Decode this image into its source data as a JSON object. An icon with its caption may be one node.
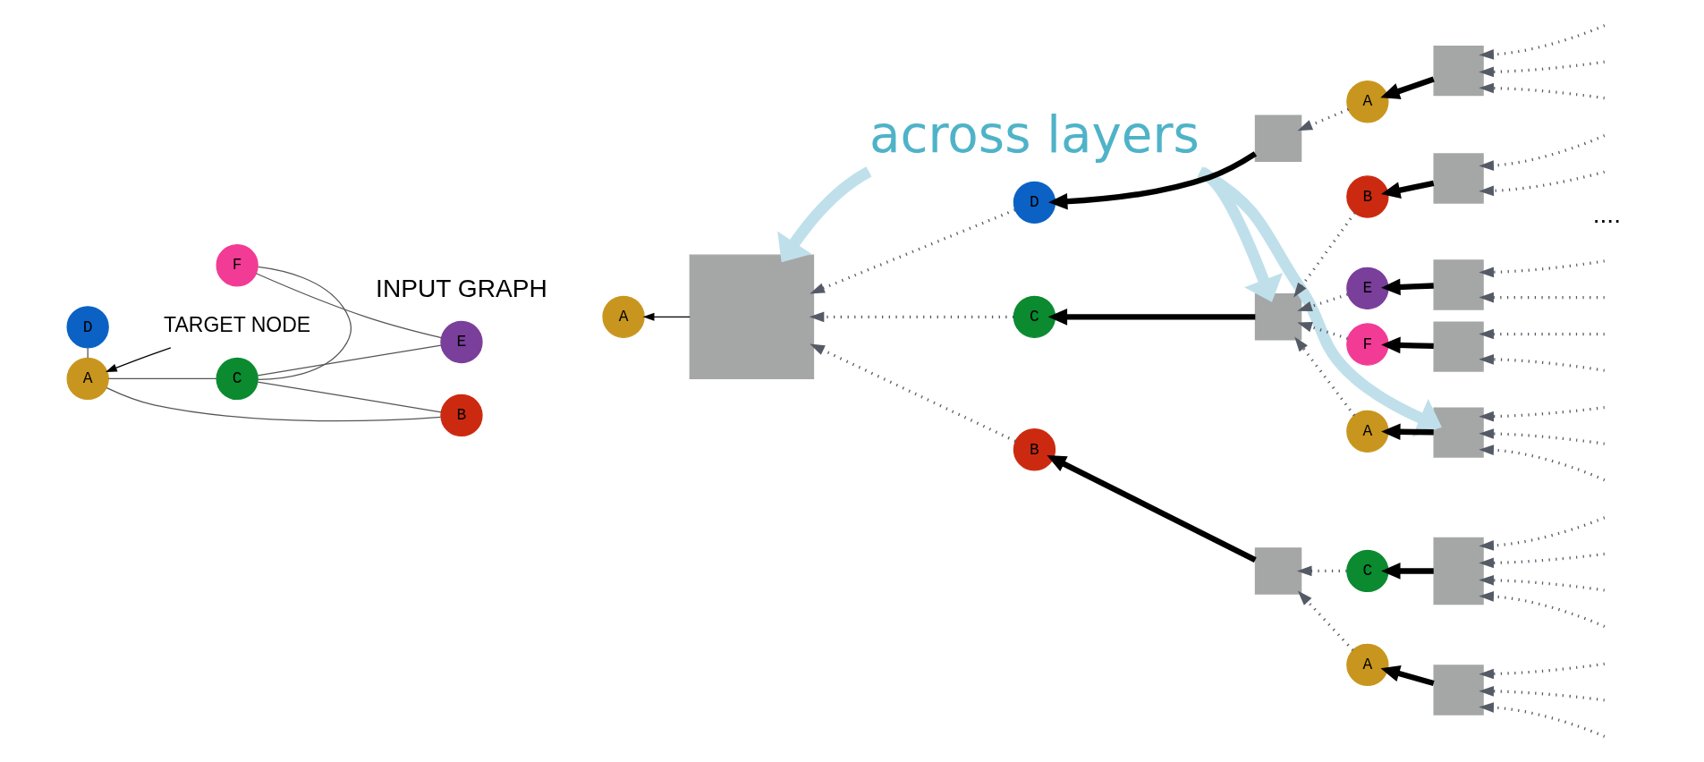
{
  "diagram": {
    "nodes": [
      {
        "text": [
          "TARGET NODE"
        ]
      },
      {
        "text": [
          "B"
        ]
      },
      {
        "text": [
          "A"
        ]
      },
      {
        "text": [
          "C"
        ]
      },
      {
        "text": [
          "F"
        ]
      },
      {
        "text": [
          "D"
        ]
      },
      {
        "text": [
          "E"
        ]
      },
      {
        "text": [
          "across layers"
        ]
      },
      {
        "text": [
          "A"
        ]
      },
      {
        "text": [],
        "shape": "box"
      },
      {
        "text": [
          "B"
        ]
      },
      {
        "text": [],
        "shape": "box"
      },
      {
        "text": [
          "A"
        ]
      },
      {
        "text": [],
        "shape": "box"
      },
      {
        "text": [
          "C"
        ]
      },
      {
        "text": [],
        "shape": "box"
      },
      {
        "text": [
          "C"
        ]
      },
      {
        "text": [],
        "shape": "box"
      },
      {
        "text": [
          "A"
        ]
      },
      {
        "text": [],
        "shape": "box"
      },
      {
        "text": [
          "B"
        ]
      },
      {
        "text": [],
        "shape": "box"
      },
      {
        "text": [
          "E"
        ]
      },
      {
        "text": [],
        "shape": "box"
      },
      {
        "text": [
          "F"
        ]
      },
      {
        "text": [],
        "shape": "box"
      },
      {
        "text": [
          "D"
        ]
      },
      {
        "text": [],
        "shape": "box"
      },
      {
        "text": [
          "A"
        ]
      },
      {
        "text": [],
        "shape": "box"
      }
    ],
    "edges": [
      {
        "from": 0,
        "to": 2,
        "arrow": "to",
        "color": "#000000"
      },
      {
        "from": 1,
        "to": 2,
        "arrow": "none",
        "color": "#555555"
      },
      {
        "from": 3,
        "to": 2,
        "arrow": "none",
        "color": "#555555"
      },
      {
        "from": 1,
        "to": 3,
        "arrow": "none",
        "color": "#555555"
      },
      {
        "from": 2,
        "to": 5,
        "arrow": "none",
        "color": "#555555"
      },
      {
        "from": 3,
        "to": 4,
        "arrow": "none",
        "color": "#555555"
      },
      {
        "from": 3,
        "to": 6,
        "arrow": "none",
        "color": "#555555"
      },
      {
        "from": 4,
        "to": 6,
        "arrow": "none",
        "color": "#555555"
      },
      {
        "from": 7,
        "to": 9,
        "arrow": "to",
        "style": "thick",
        "color": "#bfe0ea"
      },
      {
        "from": 7,
        "to": 17,
        "arrow": "to",
        "style": "thick",
        "color": "#bfe0ea"
      },
      {
        "from": 7,
        "to": 19,
        "arrow": "to",
        "style": "thick",
        "color": "#bfe0ea"
      },
      {
        "from": 9,
        "to": 8,
        "arrow": "to",
        "color": "#000000"
      },
      {
        "from": 10,
        "to": 9,
        "arrow": "to",
        "style": "dashed",
        "color": "#555b66"
      },
      {
        "from": 16,
        "to": 9,
        "arrow": "to",
        "style": "dashed",
        "color": "#555b66"
      },
      {
        "from": 26,
        "to": 9,
        "arrow": "to",
        "style": "dashed",
        "color": "#555b66"
      },
      {
        "from": 11,
        "to": 10,
        "arrow": "to",
        "style": "thick",
        "color": "#000000"
      },
      {
        "from": 12,
        "to": 11,
        "arrow": "to",
        "style": "dashed",
        "color": "#555b66"
      },
      {
        "from": 14,
        "to": 11,
        "arrow": "to",
        "style": "dashed",
        "color": "#555b66"
      },
      {
        "from": 13,
        "to": 12,
        "arrow": "to",
        "style": "thick",
        "color": "#000000"
      },
      {
        "from": null,
        "to": 13,
        "arrow": "to",
        "style": "dashed"
      },
      {
        "from": null,
        "to": 13,
        "arrow": "to",
        "style": "dashed"
      },
      {
        "from": null,
        "to": 13,
        "arrow": "to",
        "style": "dashed"
      },
      {
        "from": 15,
        "to": 14,
        "arrow": "to",
        "style": "thick",
        "color": "#000000"
      },
      {
        "from": null,
        "to": 15,
        "arrow": "to",
        "style": "dashed"
      },
      {
        "from": null,
        "to": 15,
        "arrow": "to",
        "style": "dashed"
      },
      {
        "from": null,
        "to": 15,
        "arrow": "to",
        "style": "dashed"
      },
      {
        "from": null,
        "to": 15,
        "arrow": "to",
        "style": "dashed"
      },
      {
        "from": 17,
        "to": 16,
        "arrow": "to",
        "style": "thick",
        "color": "#000000"
      },
      {
        "from": 18,
        "to": 17,
        "arrow": "to",
        "style": "dashed",
        "color": "#555b66"
      },
      {
        "from": 20,
        "to": 17,
        "arrow": "to",
        "style": "dashed",
        "color": "#555b66"
      },
      {
        "from": 22,
        "to": 17,
        "arrow": "to",
        "style": "dashed",
        "color": "#555b66"
      },
      {
        "from": 24,
        "to": 17,
        "arrow": "to",
        "style": "dashed",
        "color": "#555b66"
      },
      {
        "from": 19,
        "to": 18,
        "arrow": "to",
        "style": "thick",
        "color": "#000000"
      },
      {
        "from": null,
        "to": 19,
        "arrow": "to",
        "style": "dashed"
      },
      {
        "from": null,
        "to": 19,
        "arrow": "to",
        "style": "dashed"
      },
      {
        "from": null,
        "to": 19,
        "arrow": "to",
        "style": "dashed"
      },
      {
        "from": 21,
        "to": 20,
        "arrow": "to",
        "style": "thick",
        "color": "#000000"
      },
      {
        "from": null,
        "to": 21,
        "arrow": "to",
        "style": "dashed"
      },
      {
        "from": null,
        "to": 21,
        "arrow": "to",
        "style": "dashed"
      },
      {
        "from": 23,
        "to": 22,
        "arrow": "to",
        "style": "thick",
        "color": "#000000"
      },
      {
        "from": null,
        "to": 23,
        "arrow": "to",
        "style": "dashed"
      },
      {
        "from": null,
        "to": 23,
        "arrow": "to",
        "style": "dashed"
      },
      {
        "from": 25,
        "to": 24,
        "arrow": "to",
        "style": "thick",
        "color": "#000000"
      },
      {
        "from": null,
        "to": 25,
        "arrow": "to",
        "style": "dashed"
      },
      {
        "from": null,
        "to": 25,
        "arrow": "to",
        "style": "dashed"
      },
      {
        "from": 27,
        "to": 26,
        "arrow": "to",
        "style": "thick",
        "color": "#000000"
      },
      {
        "from": 28,
        "to": 27,
        "arrow": "to",
        "style": "dashed",
        "color": "#555b66"
      },
      {
        "from": 29,
        "to": 28,
        "arrow": "to",
        "style": "thick",
        "color": "#000000"
      },
      {
        "from": null,
        "to": 29,
        "arrow": "to",
        "style": "dashed"
      },
      {
        "from": null,
        "to": 29,
        "arrow": "to",
        "style": "dashed"
      },
      {
        "from": null,
        "to": 29,
        "arrow": "to",
        "style": "dashed"
      }
    ],
    "labels": [
      "INPUT GRAPH",
      "...."
    ]
  }
}
